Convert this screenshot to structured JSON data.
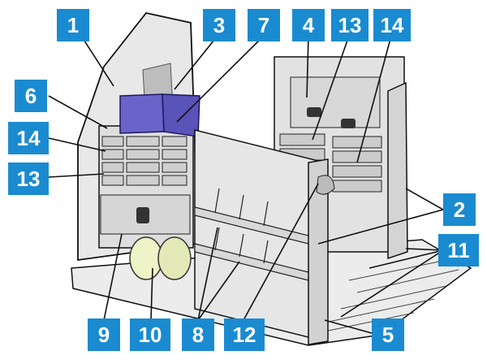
{
  "colors": {
    "badge": "#1a8bd0",
    "badge_text": "#ffffff",
    "line": "#111111",
    "panel": "#e4e4e4",
    "panel_dark": "#cfcfcf",
    "bin": "#6a63c9",
    "tank": "#eef3c8"
  },
  "callouts": [
    {
      "id": "c1",
      "label": "1"
    },
    {
      "id": "c3",
      "label": "3"
    },
    {
      "id": "c7",
      "label": "7"
    },
    {
      "id": "c4",
      "label": "4"
    },
    {
      "id": "c13a",
      "label": "13"
    },
    {
      "id": "c14a",
      "label": "14"
    },
    {
      "id": "c6",
      "label": "6"
    },
    {
      "id": "c14b",
      "label": "14"
    },
    {
      "id": "c13b",
      "label": "13"
    },
    {
      "id": "c2",
      "label": "2"
    },
    {
      "id": "c11",
      "label": "11"
    },
    {
      "id": "c9",
      "label": "9"
    },
    {
      "id": "c10",
      "label": "10"
    },
    {
      "id": "c8",
      "label": "8"
    },
    {
      "id": "c12",
      "label": "12"
    },
    {
      "id": "c5",
      "label": "5"
    }
  ]
}
